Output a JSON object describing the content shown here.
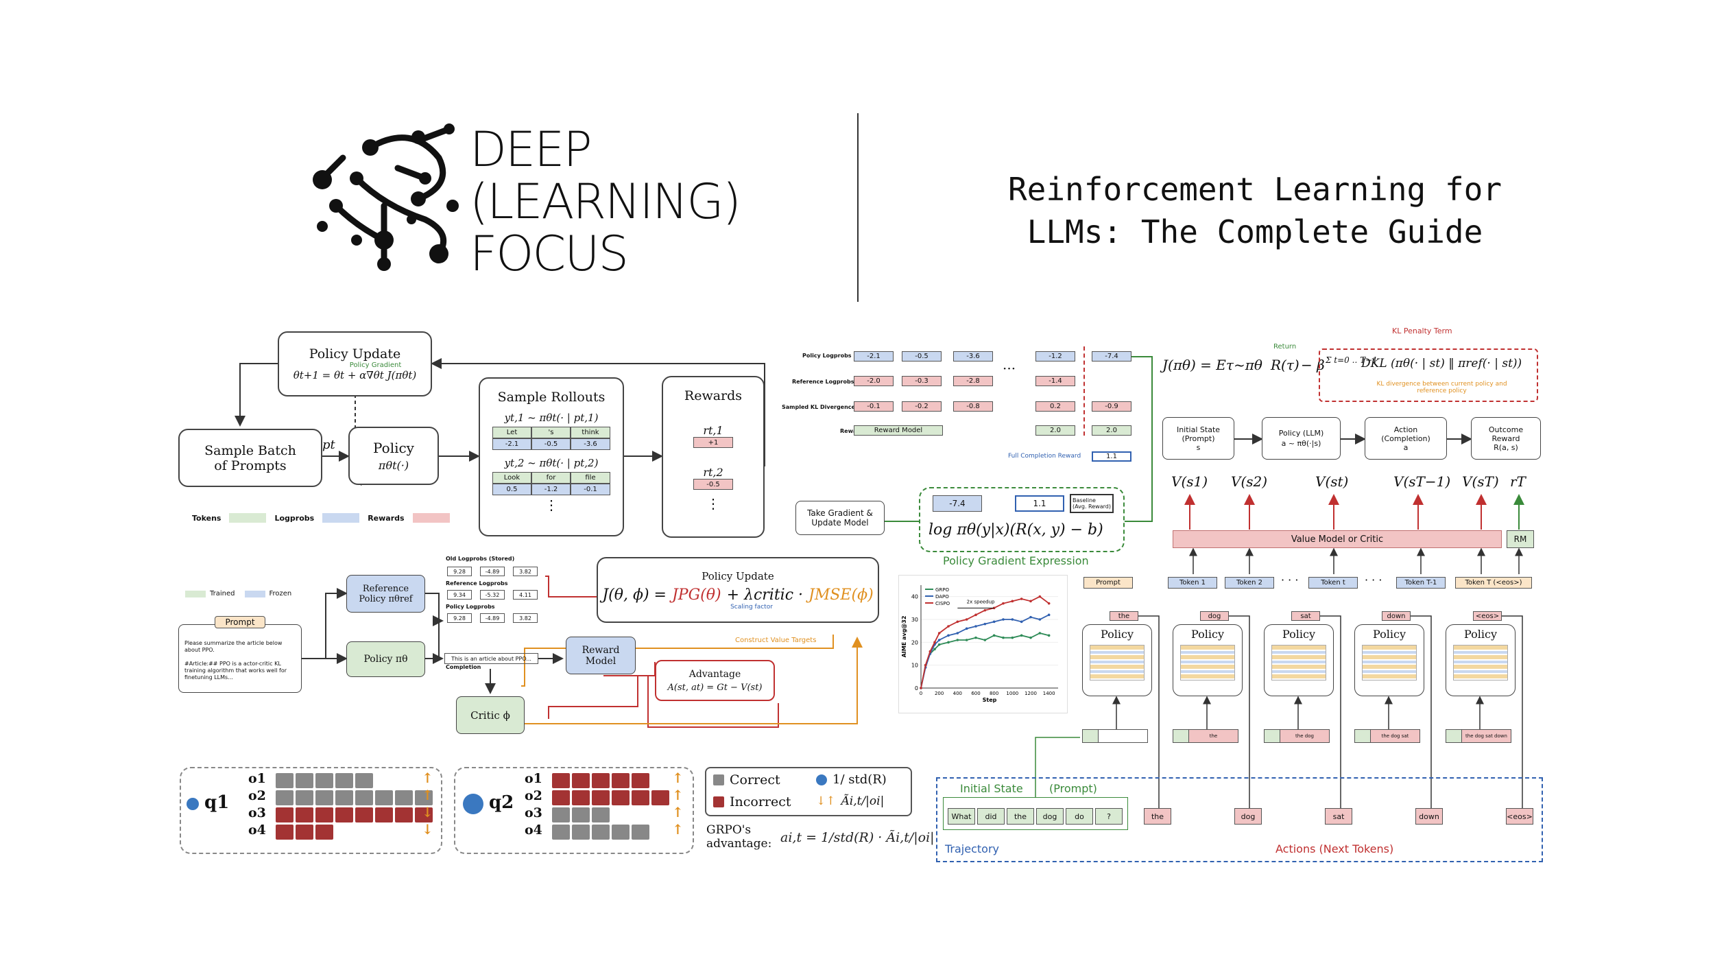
{
  "brand": {
    "line1": "DEEP",
    "line2": "(LEARNING)",
    "line3": "FOCUS"
  },
  "title": {
    "line1": "Reinforcement Learning for",
    "line2": "LLMs: The Complete Guide"
  },
  "ppo": {
    "policy_update": "Policy Update",
    "policy_gradient": "Policy Gradient",
    "update_eq": "θt+1 = θt + α∇θt J(πθt)",
    "sample_batch": "Sample Batch\nof Prompts",
    "pt": "pt",
    "policy": "Policy",
    "policy_fn": "πθt(·)",
    "sample_rollouts": "Sample Rollouts",
    "y1": "yt,1 ~ πθt(· | pt,1)",
    "y2": "yt,2 ~ πθt(· | pt,2)",
    "row1_tokens": [
      "Let",
      "'s",
      "think"
    ],
    "row1_logprobs": [
      "-2.1",
      "-0.5",
      "-3.6"
    ],
    "row2_tokens": [
      "Look",
      "for",
      "file"
    ],
    "row2_logprobs": [
      "0.5",
      "-1.2",
      "-0.1"
    ],
    "rewards": "Rewards",
    "r1": "rt,1",
    "r1_val": "+1",
    "r2": "rt,2",
    "r2_val": "-0.5",
    "vdots": "⋮",
    "legend": {
      "tokens": "Tokens",
      "logprobs": "Logprobs",
      "rewards": "Rewards"
    },
    "colors": {
      "tokens": "#d9ead3",
      "logprobs": "#c9d8f0",
      "rewards": "#f2c4c4"
    }
  },
  "kl": {
    "rows": {
      "policy": "Policy Logprobs",
      "reference": "Reference Logprobs",
      "kl": "Sampled KL Divergence",
      "reward": "Reward"
    },
    "policy_vals": [
      "-2.1",
      "-0.5",
      "-3.6",
      "-1.2",
      "-7.4"
    ],
    "ref_vals": [
      "-2.0",
      "-0.3",
      "-2.8",
      "-1.4"
    ],
    "kl_vals": [
      "-0.1",
      "-0.2",
      "-0.8",
      "0.2",
      "-0.9"
    ],
    "reward_model": "Reward Model",
    "reward_vals": [
      "2.0",
      "2.0"
    ],
    "full_reward": "Full Completion Reward",
    "full_reward_val": "1.1",
    "ellipsis": "···"
  },
  "objective": {
    "eq_left": "J(πθ) = Eτ~πθ",
    "return_label": "Return",
    "return": "R(τ)",
    "minus_beta": "− β",
    "sum": "Σ t=0 .. T−1",
    "dkl": "DKL (πθ(· | st) ‖ πref(· | st))",
    "kl_term": "KL Penalty Term",
    "kl_desc": "KL divergence between current policy and reference policy"
  },
  "mdp": {
    "initial_state": "Initial State\n(Prompt)\ns",
    "policy": "Policy (LLM)\na ~ πθ(·|s)",
    "action": "Action\n(Completion)\na",
    "reward": "Outcome\nReward\nR(a, s)"
  },
  "pg": {
    "take_gradient": "Take Gradient &\nUpdate Model",
    "logprob_val": "-7.4",
    "reward_val": "1.1",
    "baseline": "Baseline\n(Avg. Reward)",
    "expr": "log πθ(y|x)(R(x, y) − b)",
    "title": "Policy Gradient Expression"
  },
  "value": {
    "v_labels": [
      "V(s1)",
      "V(s2)",
      "V(st)",
      "V(sT−1)",
      "V(sT)",
      "rT"
    ],
    "critic": "Value Model or Critic",
    "rm": "RM",
    "tokens": [
      "Prompt",
      "Token 1",
      "Token 2",
      "Token t",
      "Token T-1",
      "Token T (<eos>)"
    ],
    "dots": "· · ·"
  },
  "actor_critic": {
    "trained": "Trained",
    "frozen": "Frozen",
    "prompt": "Prompt",
    "prompt_text": "Please summarize the article below about PPO.\n\n#Article:## PPO is a actor-critic KL training algorithm that works well for finetuning LLMs...",
    "reference_policy": "Reference\nPolicy πθref",
    "policy": "Policy πθ",
    "old_logprobs": "Old Logprobs (Stored)",
    "old_vals": [
      "9.28",
      "-4.89",
      "3.82"
    ],
    "ref_logprobs": "Reference Logprobs",
    "ref_vals": [
      "9.34",
      "-5.32",
      "4.11"
    ],
    "pol_logprobs": "Policy Logprobs",
    "pol_vals": [
      "9.28",
      "-4.89",
      "3.82"
    ],
    "completion_text": "This is an article about PPO...",
    "completion": "Completion",
    "reward_model": "Reward\nModel",
    "critic": "Critic ϕ",
    "advantage": "Advantage",
    "adv_eq": "A(st, at) = Gt − V(st)",
    "update_title": "Policy Update",
    "update_eq_a": "J(θ, ϕ) =",
    "update_pg": "JPG(θ)",
    "update_plus": "+ λcritic ·",
    "update_mse": "JMSE(ϕ)",
    "scaling": "Scaling factor",
    "construct": "Construct Value Targets"
  },
  "chart_data": {
    "type": "line",
    "xlabel": "Step",
    "ylabel": "AIME avg@32",
    "xlim": [
      0,
      1500
    ],
    "ylim": [
      0,
      45
    ],
    "xticks": [
      0,
      200,
      400,
      600,
      800,
      1000,
      1200,
      1400
    ],
    "yticks": [
      0,
      10,
      20,
      30,
      40
    ],
    "annotation": "2x speedup",
    "legend_position": "top-left",
    "series": [
      {
        "name": "GRPO",
        "color": "#2e8b57",
        "x": [
          0,
          50,
          100,
          150,
          200,
          300,
          400,
          500,
          600,
          700,
          800,
          900,
          1000,
          1100,
          1200,
          1300,
          1400
        ],
        "y": [
          0,
          10,
          15,
          17,
          19,
          20,
          21,
          21,
          22,
          21,
          23,
          22,
          22,
          23,
          22,
          24,
          23
        ]
      },
      {
        "name": "DAPO",
        "color": "#3060b0",
        "x": [
          0,
          50,
          100,
          150,
          200,
          300,
          400,
          500,
          600,
          700,
          800,
          900,
          1000,
          1100,
          1200,
          1300,
          1400
        ],
        "y": [
          0,
          9,
          15,
          19,
          21,
          23,
          24,
          26,
          27,
          28,
          29,
          30,
          30,
          29,
          31,
          30,
          32
        ]
      },
      {
        "name": "CISPO",
        "color": "#c03030",
        "x": [
          0,
          50,
          100,
          150,
          200,
          300,
          400,
          500,
          600,
          700,
          800,
          900,
          1000,
          1100,
          1200,
          1300,
          1400
        ],
        "y": [
          0,
          10,
          16,
          20,
          24,
          27,
          29,
          30,
          32,
          34,
          35,
          37,
          38,
          39,
          38,
          40,
          37
        ]
      }
    ]
  },
  "policies": {
    "label": "Policy",
    "outputs": [
      "the",
      "dog",
      "sat",
      "down",
      "<eos>"
    ],
    "inputs": [
      "",
      "the",
      "the dog",
      "the dog sat",
      "the dog sat down"
    ]
  },
  "trajectory": {
    "initial": "Initial State",
    "prompt": "(Prompt)",
    "prompt_tokens": [
      "What",
      "did",
      "the",
      "dog",
      "do",
      "?"
    ],
    "label": "Trajectory",
    "actions": [
      "the",
      "dog",
      "sat",
      "down",
      "<eos>"
    ],
    "actions_label": "Actions (Next Tokens)"
  },
  "grpo": {
    "q1": "q1",
    "q2": "q2",
    "outputs": [
      "o1",
      "o2",
      "o3",
      "o4"
    ],
    "q1_rows": [
      {
        "gray": 5,
        "red": 0
      },
      {
        "gray": 8,
        "red": 0
      },
      {
        "gray": 0,
        "red": 8
      },
      {
        "gray": 0,
        "red": 3
      }
    ],
    "q2_rows": [
      {
        "gray": 0,
        "red": 5
      },
      {
        "gray": 0,
        "red": 6
      },
      {
        "gray": 3,
        "red": 0
      },
      {
        "gray": 5,
        "red": 0
      }
    ],
    "q1_arrows": [
      "↑",
      "↑",
      "↓",
      "↓"
    ],
    "q2_arrows": [
      "↑",
      "↑",
      "↑",
      "↑"
    ],
    "legend": {
      "correct": "Correct",
      "incorrect": "Incorrect",
      "inv_std": "1/ std(R)",
      "adv_norm": "Ãi,t/|oi|"
    },
    "adv_label": "GRPO's\nadvantage:",
    "adv_eq": "ai,t = 1/std(R) · Ãi,t/|oi|"
  }
}
